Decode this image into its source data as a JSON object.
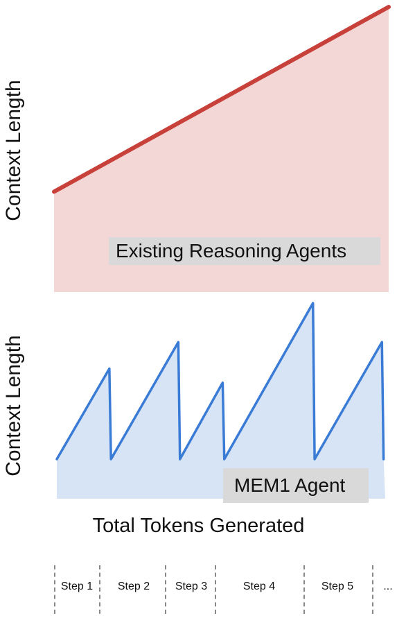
{
  "chart_data": [
    {
      "type": "area",
      "ylabel": "Context Length",
      "xlabel": "",
      "legend": "Existing Reasoning Agents",
      "colors": {
        "line": "#c8403a",
        "fill": "#f3d6d6"
      },
      "series": [
        {
          "name": "Existing Reasoning Agents",
          "x": [
            0,
            1
          ],
          "y": [
            0.2,
            1.0
          ]
        }
      ]
    },
    {
      "type": "area",
      "ylabel": "Context Length",
      "xlabel": "Total Tokens Generated",
      "legend": "MEM1 Agent",
      "colors": {
        "line": "#3a7bd5",
        "fill": "#d6e4f5"
      },
      "series": [
        {
          "name": "MEM1 Agent",
          "x": [
            0,
            0.16,
            0.165,
            0.37,
            0.375,
            0.505,
            0.51,
            0.78,
            0.785,
            0.99,
            0.995
          ],
          "y": [
            0.0,
            0.58,
            0.0,
            0.75,
            0.0,
            0.49,
            0.0,
            1.0,
            0.0,
            0.75,
            0.0
          ]
        }
      ]
    }
  ],
  "steps": {
    "labels": [
      "Step 1",
      "Step 2",
      "Step 3",
      "Step 4",
      "Step 5",
      "..."
    ]
  }
}
